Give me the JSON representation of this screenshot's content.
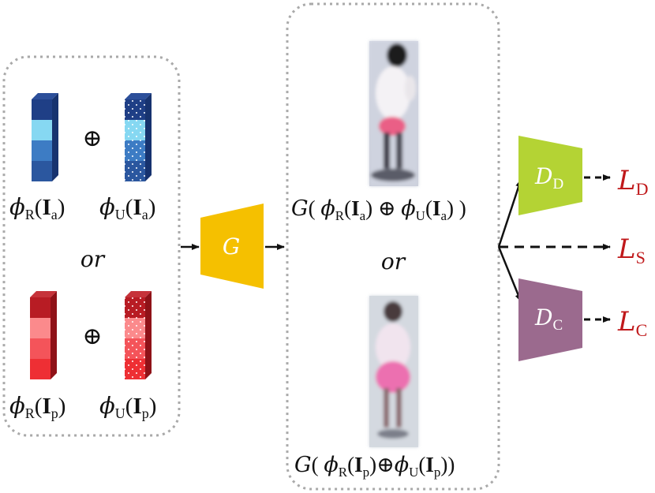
{
  "left_panel": {
    "rgb_op": "⊕",
    "label_phi": "ϕ",
    "label_R": "R",
    "label_U": "U",
    "label_I": "I",
    "label_a": "a",
    "label_p": "p",
    "or_label": "or"
  },
  "generator": {
    "label": "G"
  },
  "middle_panel": {
    "g_label": "G",
    "op": "⊕",
    "or_label": "or"
  },
  "discriminators": {
    "dd_main": "D",
    "dd_sub": "D",
    "dc_main": "D",
    "dc_sub": "C"
  },
  "losses": {
    "ld_main": "L",
    "ld_sub": "D",
    "ls_main": "L",
    "ls_sub": "S",
    "lc_main": "L",
    "lc_sub": "C"
  },
  "colors": {
    "blue_dark": "#1f3f86",
    "blue_mid": "#3d7cc4",
    "blue_light": "#86d8f2",
    "red_dark": "#b81c24",
    "red_mid": "#f4545a",
    "red_light": "#fb8a8c",
    "generator": "#f5c000",
    "disc_d": "#b4d334",
    "disc_c": "#9b6a8e",
    "loss": "#c0191b"
  }
}
